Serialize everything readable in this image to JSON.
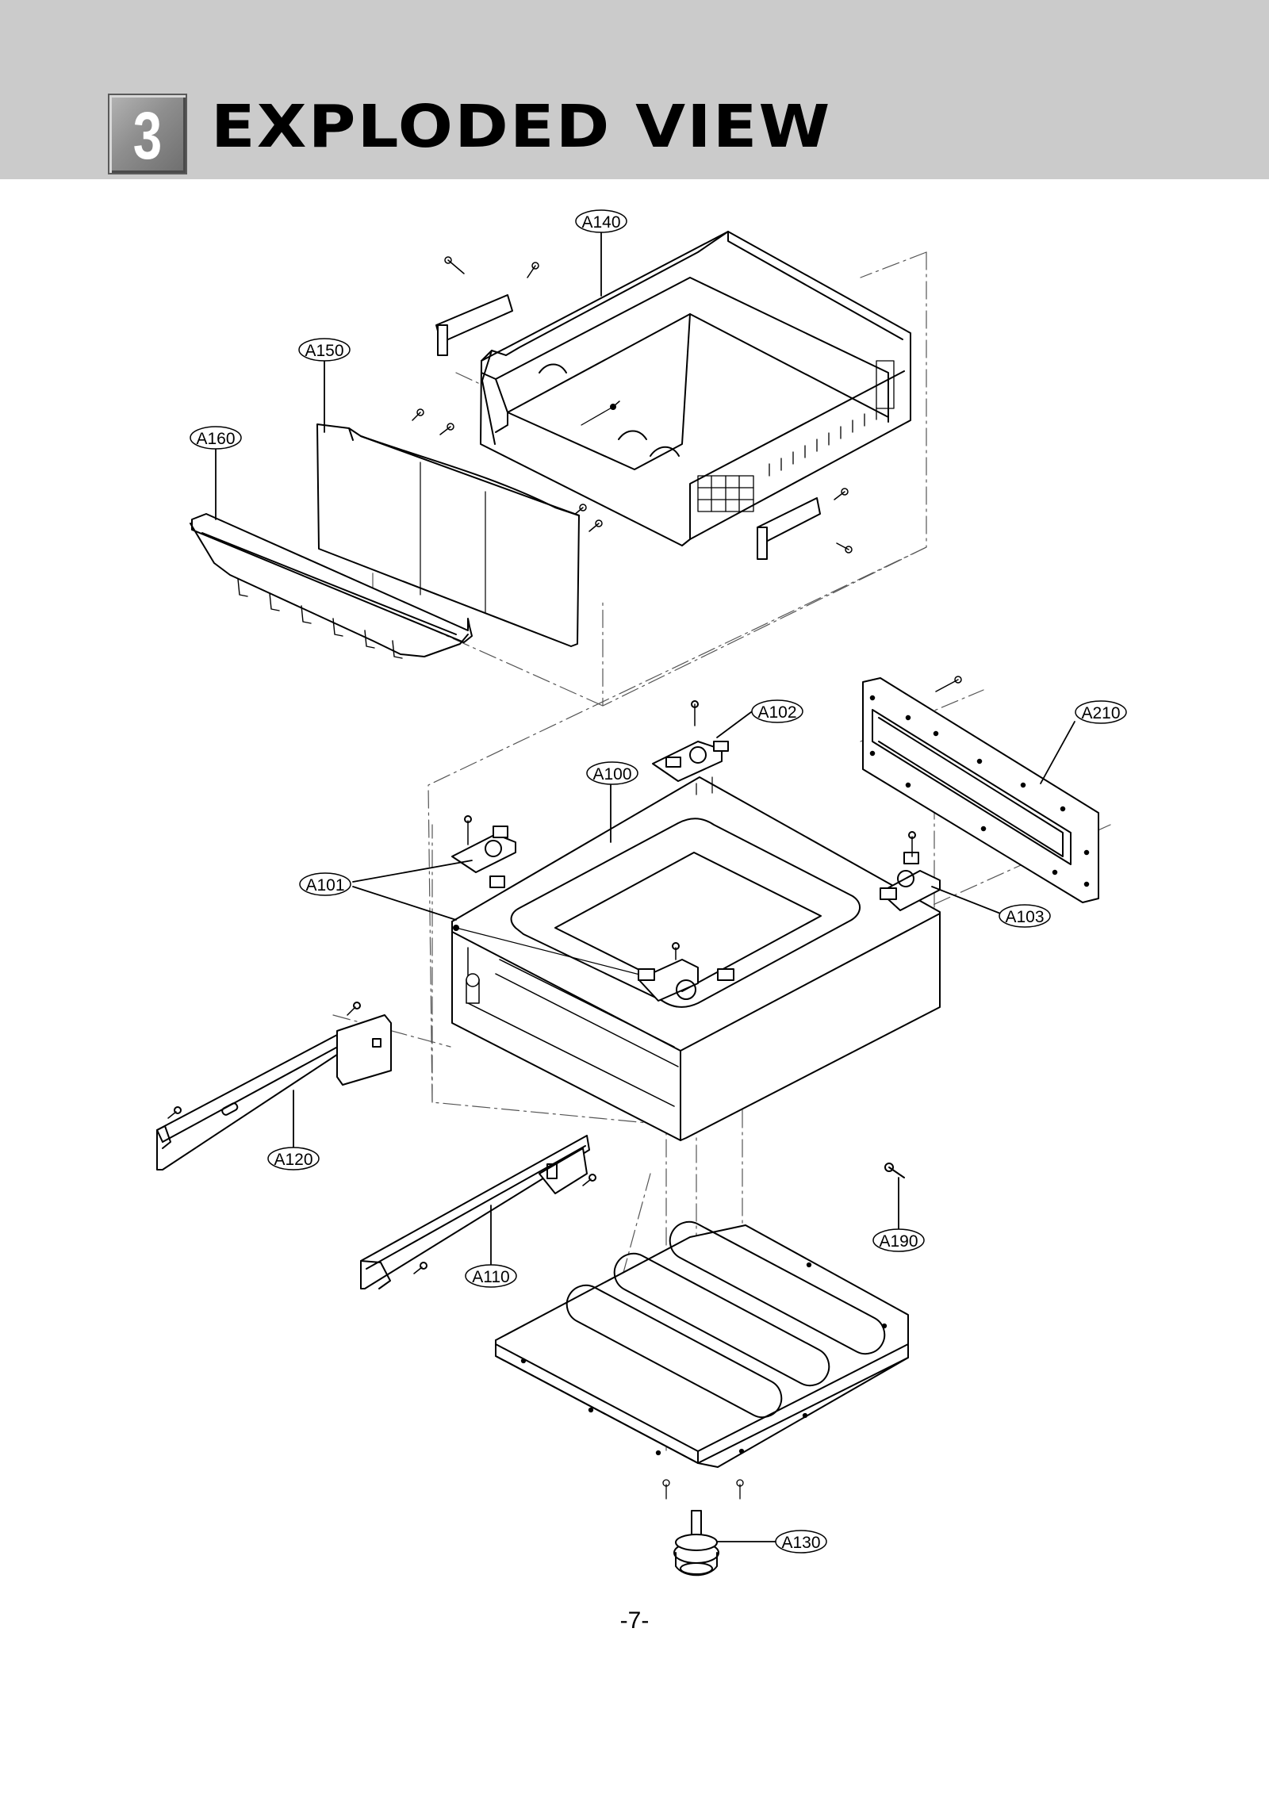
{
  "header": {
    "section_number": "3",
    "title": "EXPLODED VIEW"
  },
  "parts": {
    "a140": "A140",
    "a150": "A150",
    "a160": "A160",
    "a102": "A102",
    "a210": "A210",
    "a100": "A100",
    "a101": "A101",
    "a103": "A103",
    "a120": "A120",
    "a110": "A110",
    "a190": "A190",
    "a130": "A130"
  },
  "footer": {
    "page_number": "-7-"
  }
}
